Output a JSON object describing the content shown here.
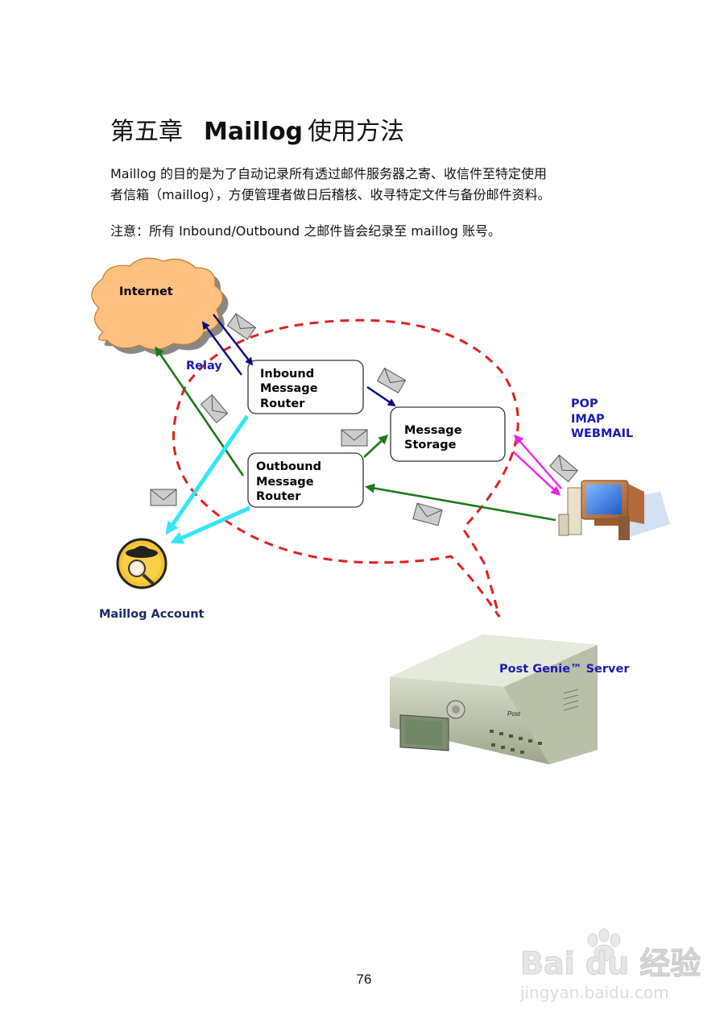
{
  "page": {
    "title_prefix": "第五章",
    "title_bold": "Maillog",
    "title_suffix": "使用方法",
    "para1_line1": "Maillog 的目的是为了自动记录所有透过邮件服务器之寄、收信件至特定使用",
    "para1_line2": "者信箱（maillog），方便管理者做日后稽核、收寻特定文件与备份邮件资料。",
    "note": "注意：所有 Inbound/Outbound 之邮件皆会纪录至 maillog 账号。",
    "page_number": "76"
  },
  "diagram": {
    "internet": "Internet",
    "relay": "Relay",
    "inbound": [
      "Inbound",
      "Message",
      "Router"
    ],
    "storage": [
      "Message",
      "Storage"
    ],
    "outbound": [
      "Outbound",
      "Message",
      "Router"
    ],
    "protocols": [
      "POP",
      "IMAP",
      "WEBMAIL"
    ],
    "maillog_account": "Maillog Account",
    "server": "Post Genie™ Server",
    "server_brand": "Post",
    "colors": {
      "navy": "#0a0a7a",
      "green": "#1a7a1a",
      "cyan": "#33e5f5",
      "magenta": "#ee22ee",
      "dashed_red": "#e02020",
      "label_blue": "#1a1ab0",
      "label_navy": "#1a2a6a"
    }
  },
  "watermark": {
    "brand": "Bai du 经验",
    "url": "jingyan.baidu.com"
  }
}
